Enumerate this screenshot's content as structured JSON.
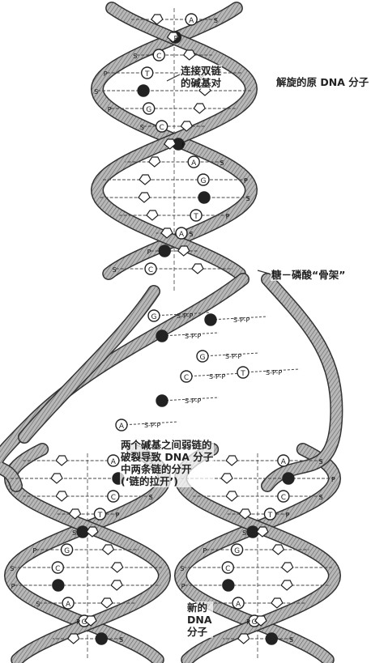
{
  "labels": {
    "base_pair_lines": [
      "连接双链",
      "的碱基对"
    ],
    "parent_dna": "解旋的原 DNA 分子",
    "backbone": "糖－磷酸“骨架”",
    "strand_separation_lines": [
      "两个碱基之间弱链的",
      "破裂导致 DNA 分子",
      "中两条链的分开",
      "(‘链的拉开’)"
    ],
    "new_dna_lines": [
      "新的",
      "DNA",
      "分子"
    ]
  },
  "strand_letters": {
    "sugar": "S",
    "phosphate": "P"
  },
  "base_letters": [
    "A",
    "G",
    "C",
    "T"
  ],
  "colors": {
    "ink": "#222222",
    "strand_fill": "#9a9a9a",
    "paper": "#ffffff"
  }
}
